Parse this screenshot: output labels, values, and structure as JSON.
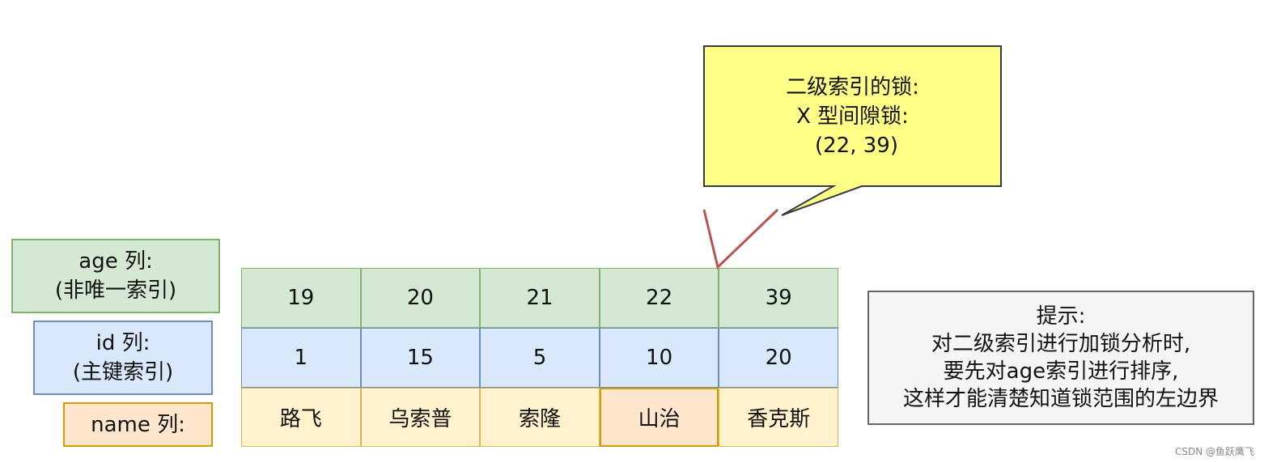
{
  "labels": {
    "age_line1": "age 列:",
    "age_line2": "(非唯一索引)",
    "id_line1": "id 列:",
    "id_line2": "(主键索引)",
    "name": "name 列:"
  },
  "records": [
    {
      "age": "19",
      "id": "1",
      "name": "路飞"
    },
    {
      "age": "20",
      "id": "15",
      "name": "乌索普"
    },
    {
      "age": "21",
      "id": "5",
      "name": "索隆"
    },
    {
      "age": "22",
      "id": "10",
      "name": "山治"
    },
    {
      "age": "39",
      "id": "20",
      "name": "香克斯"
    }
  ],
  "highlighted_record_index": 3,
  "callout": {
    "line1": "二级索引的锁:",
    "line2": "X 型间隙锁:",
    "line3": "(22, 39)"
  },
  "tip": {
    "line1": "提示:",
    "line2": "对二级索引进行加锁分析时,",
    "line3": "要先对age索引进行排序,",
    "line4": "这样才能清楚知道锁范围的左边界"
  },
  "watermark": "CSDN @鱼跃鹰飞",
  "colors": {
    "age_fill": "#d5e8d4",
    "id_fill": "#dae8fc",
    "name_fill": "#fff2cc",
    "callout_fill": "#ffff88",
    "marker_line": "#b85450"
  }
}
